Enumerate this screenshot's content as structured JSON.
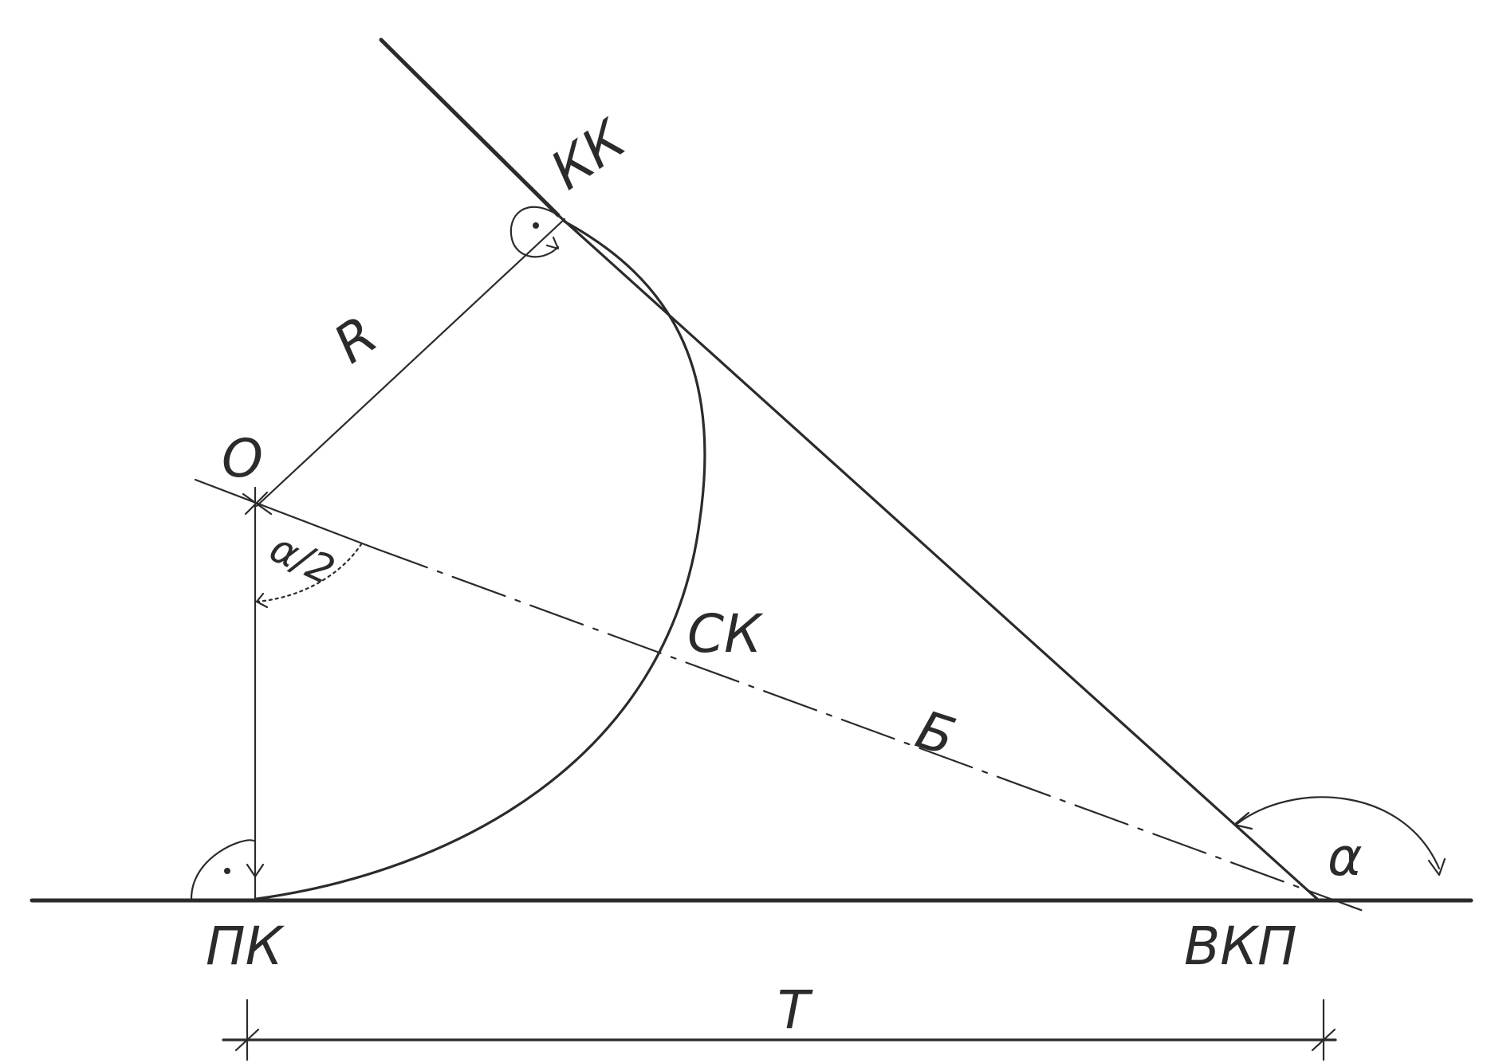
{
  "diagram": {
    "labels": {
      "kk": "КК",
      "r": "R",
      "o": "O",
      "half_alpha": "α/2",
      "ck": "СК",
      "b": "Б",
      "alpha": "α",
      "pk": "ПК",
      "vkp": "ВКП",
      "t": "T"
    }
  }
}
